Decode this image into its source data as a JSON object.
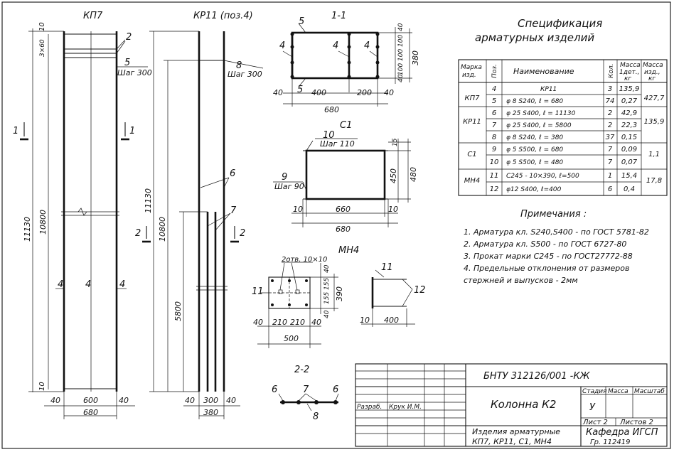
{
  "views": {
    "kp7_title": "КП7",
    "kr11_title": "КР11 (поз.4)",
    "sec11_title": "1-1",
    "c1_title": "С1",
    "mn4_title": "МН4",
    "sec22_title": "2-2",
    "cut1": "1",
    "cut2": "2"
  },
  "kp7": {
    "top_10": "10",
    "step_3x60": "3×60",
    "height_10800": "10800",
    "height_11130": "11130",
    "bottom_10": "10",
    "pos_2": "2",
    "pos_5": "5",
    "step_300": "Шаг 300",
    "pos_4a": "4",
    "pos_4b": "4",
    "pos_4c": "4",
    "dim_40a": "40",
    "dim_600": "600",
    "dim_40b": "40",
    "dim_680": "680"
  },
  "kr11": {
    "pos_8": "8",
    "step_300": "Шаг 300",
    "height_11130": "11130",
    "height_10800": "10800",
    "height_5800": "5800",
    "pos_6": "6",
    "pos_7": "7",
    "dim_40a": "40",
    "dim_300": "300",
    "dim_40b": "40",
    "dim_380": "380"
  },
  "sec11": {
    "pos_5a": "5",
    "pos_5b": "5",
    "pos_4a": "4",
    "pos_4b": "4",
    "pos_4c": "4",
    "v40a": "40",
    "v100a": "100",
    "v100b": "100",
    "v100c": "100",
    "v40b": "40",
    "v380": "380",
    "h40a": "40",
    "h400": "400",
    "h200": "200",
    "h40b": "40",
    "h680": "680"
  },
  "c1": {
    "pos_10": "10",
    "step_110": "Шаг 110",
    "pos_9": "9",
    "step_90": "Шаг 90",
    "v15": "15",
    "v450": "450",
    "v480": "480",
    "h10a": "10",
    "h660": "660",
    "h10b": "10",
    "h680": "680"
  },
  "mn4": {
    "holes": "2отв. 10×10",
    "pos_11": "11",
    "pos_11b": "11",
    "pos_12": "12",
    "v40a": "40",
    "v155a": "155",
    "v155b": "155",
    "v40b": "40",
    "v390": "390",
    "h40a": "40",
    "h210a": "210",
    "h210b": "210",
    "h40b": "40",
    "h500": "500",
    "s10": "10",
    "s400": "400"
  },
  "sec22": {
    "pos_6a": "6",
    "pos_7": "7",
    "pos_6b": "6",
    "pos_8": "8"
  },
  "spec": {
    "title1": "Спецификация",
    "title2": "арматурных     изделий",
    "headers": [
      "Марка изд.",
      "Поз.",
      "Наименование",
      "Кол.",
      "Масса 1дет., кг",
      "Масса изд., кг"
    ],
    "rows": [
      {
        "mark": "КП7",
        "pos": "4",
        "name": "КР11",
        "qty": "3",
        "m1": "135,9",
        "mt": "427,7"
      },
      {
        "mark": "",
        "pos": "5",
        "name": "φ 8 S240, ℓ = 680",
        "qty": "74",
        "m1": "0,27",
        "mt": ""
      },
      {
        "mark": "КР11",
        "pos": "6",
        "name": "φ 25 S400, ℓ = 11130",
        "qty": "2",
        "m1": "42,9",
        "mt": "135,9"
      },
      {
        "mark": "",
        "pos": "7",
        "name": "φ 25 S400, ℓ = 5800",
        "qty": "2",
        "m1": "22,3",
        "mt": ""
      },
      {
        "mark": "",
        "pos": "8",
        "name": "φ 8 S240, ℓ = 380",
        "qty": "37",
        "m1": "0,15",
        "mt": ""
      },
      {
        "mark": "С1",
        "pos": "9",
        "name": "φ 5 S500, ℓ = 680",
        "qty": "7",
        "m1": "0,09",
        "mt": "1,1"
      },
      {
        "mark": "",
        "pos": "10",
        "name": "φ 5 S500, ℓ = 480",
        "qty": "7",
        "m1": "0,07",
        "mt": ""
      },
      {
        "mark": "МН4",
        "pos": "11",
        "name": "С245 - 10×390, ℓ=500",
        "qty": "1",
        "m1": "15,4",
        "mt": "17,8"
      },
      {
        "mark": "",
        "pos": "12",
        "name": "φ12 S400, ℓ=400",
        "qty": "6",
        "m1": "0,4",
        "mt": ""
      }
    ]
  },
  "notes": {
    "title": "Примечания :",
    "items": [
      "1.  Арматура кл. S240,S400 - по ГОСТ 5781-82",
      "2.  Арматура кл. S500 - по ГОСТ 6727-80",
      "3.  Прокат марки С245 - по ГОСТ27772-88",
      "4.  Предельные отклонения  от размеров",
      "     стержней и выпусков - 2мм"
    ]
  },
  "titleblock": {
    "code": "БНТУ  312126/001 -КЖ",
    "role": "Разраб.",
    "author": "Крук И.М.",
    "name": "Колонна  К2",
    "stage_h": "Стадия",
    "mass_h": "Масса",
    "scale_h": "Масштаб",
    "stage": "У",
    "sheet": "Лист 2",
    "sheets": "Листов 2",
    "desc1": "Изделия  арматурные",
    "desc2": "КП7, КР11,  С1,  МН4",
    "dept": "Кафедра  ИГСП",
    "group": "Гр.  112419"
  }
}
